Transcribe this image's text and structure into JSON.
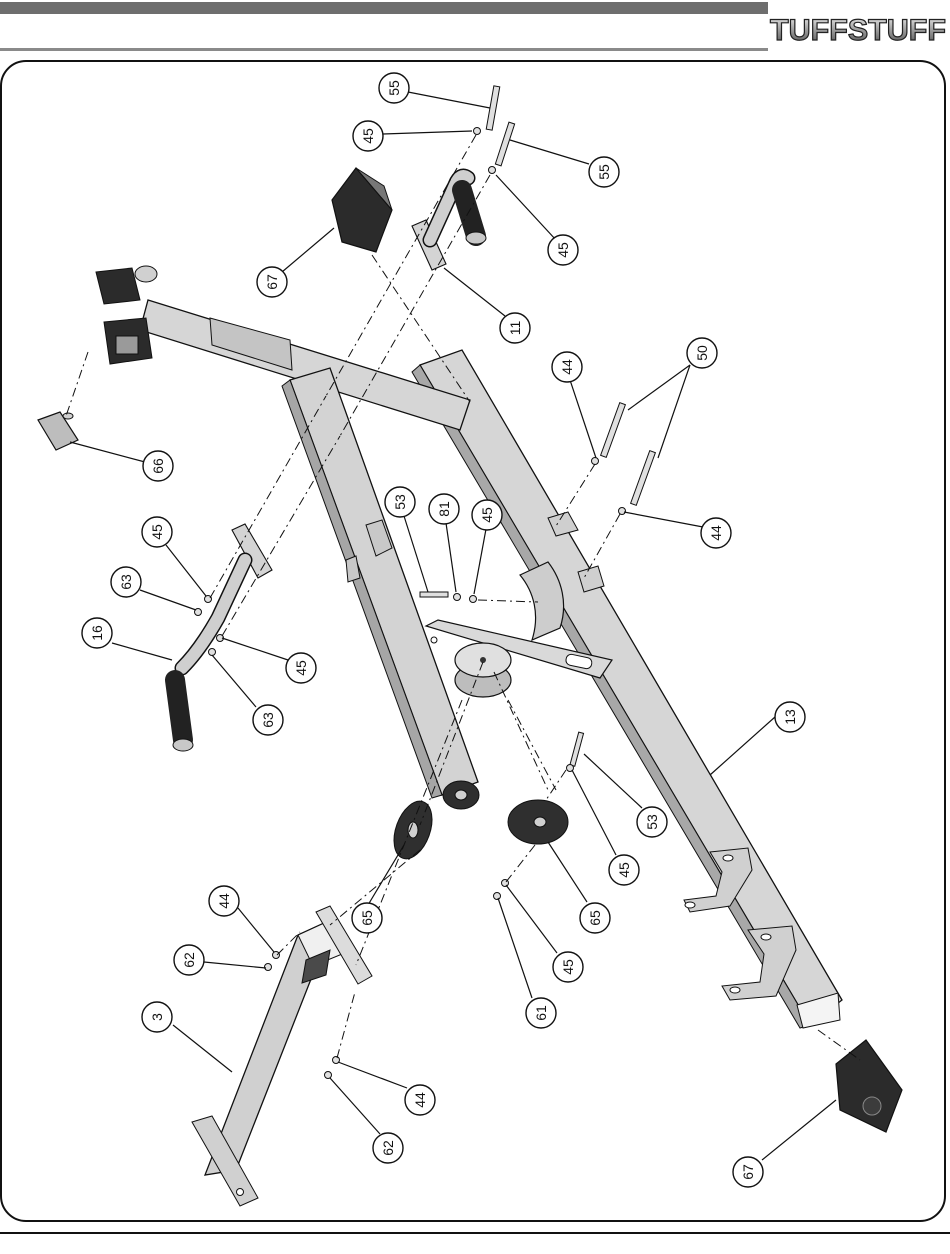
{
  "header": {
    "brand": "TUFFSTUFF"
  },
  "colors": {
    "steel_light": "#d9d9d9",
    "steel_mid": "#bdbdbd",
    "steel_dark": "#8c8c8c",
    "rubber": "#2b2b2b",
    "header_gray": "#6e6e6e"
  },
  "callouts": [
    {
      "id": "c-55a",
      "label": "55"
    },
    {
      "id": "c-45a",
      "label": "45"
    },
    {
      "id": "c-55b",
      "label": "55"
    },
    {
      "id": "c-45b",
      "label": "45"
    },
    {
      "id": "c-67a",
      "label": "67"
    },
    {
      "id": "c-11",
      "label": "11"
    },
    {
      "id": "c-50",
      "label": "50"
    },
    {
      "id": "c-44a",
      "label": "44"
    },
    {
      "id": "c-66",
      "label": "66"
    },
    {
      "id": "c-53a",
      "label": "53"
    },
    {
      "id": "c-81",
      "label": "81"
    },
    {
      "id": "c-45c",
      "label": "45"
    },
    {
      "id": "c-44b",
      "label": "44"
    },
    {
      "id": "c-45d",
      "label": "45"
    },
    {
      "id": "c-63a",
      "label": "63"
    },
    {
      "id": "c-16",
      "label": "16"
    },
    {
      "id": "c-45e",
      "label": "45"
    },
    {
      "id": "c-63b",
      "label": "63"
    },
    {
      "id": "c-13",
      "label": "13"
    },
    {
      "id": "c-53b",
      "label": "53"
    },
    {
      "id": "c-45f",
      "label": "45"
    },
    {
      "id": "c-65a",
      "label": "65"
    },
    {
      "id": "c-65b",
      "label": "65"
    },
    {
      "id": "c-44c",
      "label": "44"
    },
    {
      "id": "c-62a",
      "label": "62"
    },
    {
      "id": "c-45g",
      "label": "45"
    },
    {
      "id": "c-61",
      "label": "61"
    },
    {
      "id": "c-3",
      "label": "3"
    },
    {
      "id": "c-44d",
      "label": "44"
    },
    {
      "id": "c-62b",
      "label": "62"
    },
    {
      "id": "c-67b",
      "label": "67"
    }
  ]
}
